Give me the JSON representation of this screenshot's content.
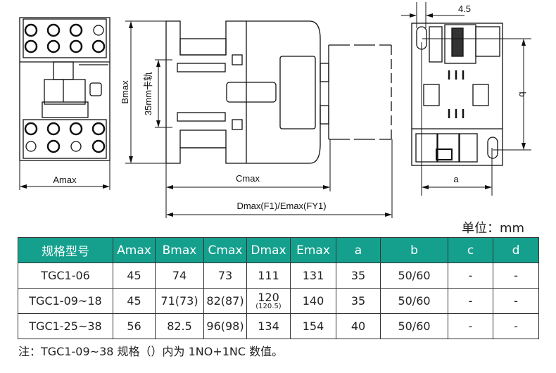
{
  "drawing": {
    "labels": {
      "amax": "Amax",
      "bmax": "Bmax",
      "rail": "35mm卡轨",
      "cmax": "Cmax",
      "dmax_emax": "Dmax(F1)/Emax(FY1)",
      "dim_45": "4.5",
      "dim_a": "a",
      "dim_b": "b"
    }
  },
  "unit_label": "单位：mm",
  "table": {
    "header_color": "#15a08e",
    "headers": [
      "规格型号",
      "Amax",
      "Bmax",
      "Cmax",
      "Dmax",
      "Emax",
      "a",
      "b",
      "c",
      "d"
    ],
    "rows": [
      [
        "TGC1-06",
        "45",
        "74",
        "73",
        "111",
        "131",
        "35",
        "50/60",
        "-",
        "-"
      ],
      [
        "TGC1-09~18",
        "45",
        "71(73)",
        "82(87)",
        "120",
        "140",
        "35",
        "50/60",
        "-",
        "-"
      ],
      [
        "TGC1-25~38",
        "56",
        "82.5",
        "96(98)",
        "134",
        "154",
        "40",
        "50/60",
        "-",
        "-"
      ]
    ],
    "row2_dmax_sub": "(120.5)"
  },
  "note": "注：TGC1-09~38 规格（）内为 1NO+1NC 数值。"
}
